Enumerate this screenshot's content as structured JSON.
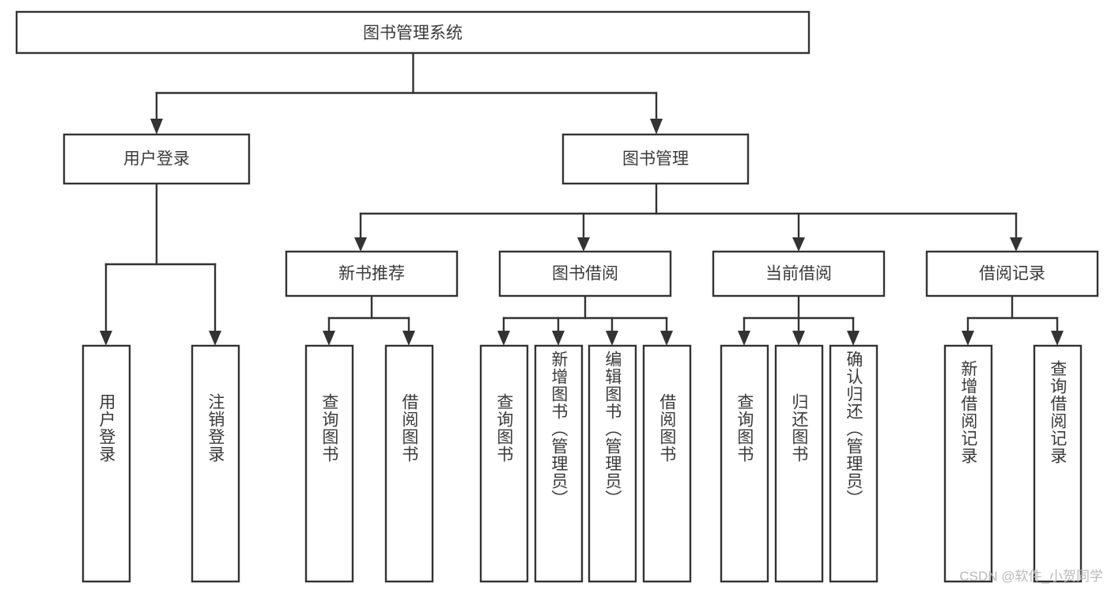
{
  "diagram": {
    "type": "tree",
    "title": "图书管理系统",
    "watermark": "CSDN @软件_小贺同学",
    "root": {
      "id": "root",
      "label": "图书管理系统",
      "orientation": "horizontal"
    },
    "level1": [
      {
        "id": "user-login",
        "label": "用户登录",
        "orientation": "horizontal"
      },
      {
        "id": "book-manage",
        "label": "图书管理",
        "orientation": "horizontal"
      }
    ],
    "level2": [
      {
        "id": "new-book-recommend",
        "label": "新书推荐",
        "parent": "book-manage",
        "orientation": "horizontal"
      },
      {
        "id": "book-borrow",
        "label": "图书借阅",
        "parent": "book-manage",
        "orientation": "horizontal"
      },
      {
        "id": "current-borrow",
        "label": "当前借阅",
        "parent": "book-manage",
        "orientation": "horizontal"
      },
      {
        "id": "borrow-record",
        "label": "借阅记录",
        "parent": "book-manage",
        "orientation": "horizontal"
      }
    ],
    "leaves": [
      {
        "id": "leaf-user-login",
        "label": "用户登录",
        "parent": "user-login",
        "orientation": "vertical"
      },
      {
        "id": "leaf-user-logout",
        "label": "注销登录",
        "parent": "user-login",
        "orientation": "vertical"
      },
      {
        "id": "leaf-query-book-1",
        "label": "查询图书",
        "parent": "new-book-recommend",
        "orientation": "vertical"
      },
      {
        "id": "leaf-borrow-book-1",
        "label": "借阅图书",
        "parent": "new-book-recommend",
        "orientation": "vertical"
      },
      {
        "id": "leaf-query-book-2",
        "label": "查询图书",
        "parent": "book-borrow",
        "orientation": "vertical"
      },
      {
        "id": "leaf-add-book",
        "label": "新增图书（管理员）",
        "parent": "book-borrow",
        "orientation": "vertical"
      },
      {
        "id": "leaf-edit-book",
        "label": "编辑图书（管理员）",
        "parent": "book-borrow",
        "orientation": "vertical"
      },
      {
        "id": "leaf-borrow-book-2",
        "label": "借阅图书",
        "parent": "book-borrow",
        "orientation": "vertical"
      },
      {
        "id": "leaf-query-book-3",
        "label": "查询图书",
        "parent": "current-borrow",
        "orientation": "vertical"
      },
      {
        "id": "leaf-return-book",
        "label": "归还图书",
        "parent": "current-borrow",
        "orientation": "vertical"
      },
      {
        "id": "leaf-confirm-return",
        "label": "确认归还（管理员）",
        "parent": "current-borrow",
        "orientation": "vertical"
      },
      {
        "id": "leaf-add-record",
        "label": "新增借阅记录",
        "parent": "borrow-record",
        "orientation": "vertical"
      },
      {
        "id": "leaf-query-record",
        "label": "查询借阅记录",
        "parent": "borrow-record",
        "orientation": "vertical"
      }
    ],
    "colors": {
      "box_stroke": "#333333",
      "box_fill": "#ffffff",
      "text": "#3a3a3a",
      "background": "#ffffff",
      "watermark": "#b9b9b9"
    }
  }
}
